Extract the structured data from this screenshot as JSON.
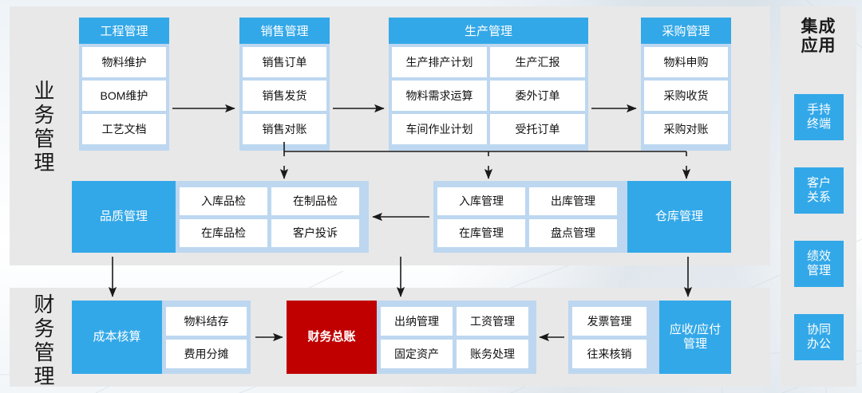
{
  "diagram": {
    "title_business": "业务管理",
    "title_finance": "财务管理",
    "sidebar_title": "集成\n应用"
  },
  "rails": [
    {
      "name": "business",
      "text": "业务管理"
    },
    {
      "name": "finance",
      "text": "财务管理"
    }
  ],
  "sidebar": {
    "title_line1": "集成",
    "title_line2": "应用",
    "items": [
      {
        "line1": "手持",
        "line2": "终端"
      },
      {
        "line1": "客户",
        "line2": "关系"
      },
      {
        "line1": "绩效",
        "line2": "管理"
      },
      {
        "line1": "协同",
        "line2": "办公"
      }
    ]
  },
  "modules": {
    "engineering": {
      "header": "工程管理",
      "items": [
        "物料维护",
        "BOM维护",
        "工艺文档"
      ]
    },
    "sales": {
      "header": "销售管理",
      "items": [
        "销售订单",
        "销售发货",
        "销售对账"
      ]
    },
    "production": {
      "header": "生产管理",
      "items": [
        "生产排产计划",
        "生产汇报",
        "物料需求运算",
        "委外订单",
        "车间作业计划",
        "受托订单"
      ]
    },
    "purchasing": {
      "header": "采购管理",
      "items": [
        "物料申购",
        "采购收货",
        "采购对账"
      ]
    },
    "quality": {
      "label": "品质管理",
      "items": [
        "入库品检",
        "在制品检",
        "在库品检",
        "客户投诉"
      ]
    },
    "warehouse": {
      "label": "仓库管理",
      "items": [
        "入库管理",
        "出库管理",
        "在库管理",
        "盘点管理"
      ]
    },
    "cost": {
      "label": "成本核算",
      "items": [
        "物料结存",
        "费用分摊"
      ]
    },
    "ledger": {
      "label": "财务总账"
    },
    "accounting": {
      "items": [
        "出纳管理",
        "工资管理",
        "固定资产",
        "账务处理"
      ]
    },
    "receivable": {
      "label_line1": "应收/应付",
      "label_line2": "管理",
      "items": [
        "发票管理",
        "往来核销"
      ]
    }
  },
  "colors": {
    "accent_blue": "#33a8e8",
    "light_blue": "#bdd7f0",
    "panel_gray": "#e8e8e8",
    "ledger_red": "#c00000",
    "chip_white": "#ffffff",
    "text_dark": "#1a1a1a"
  }
}
